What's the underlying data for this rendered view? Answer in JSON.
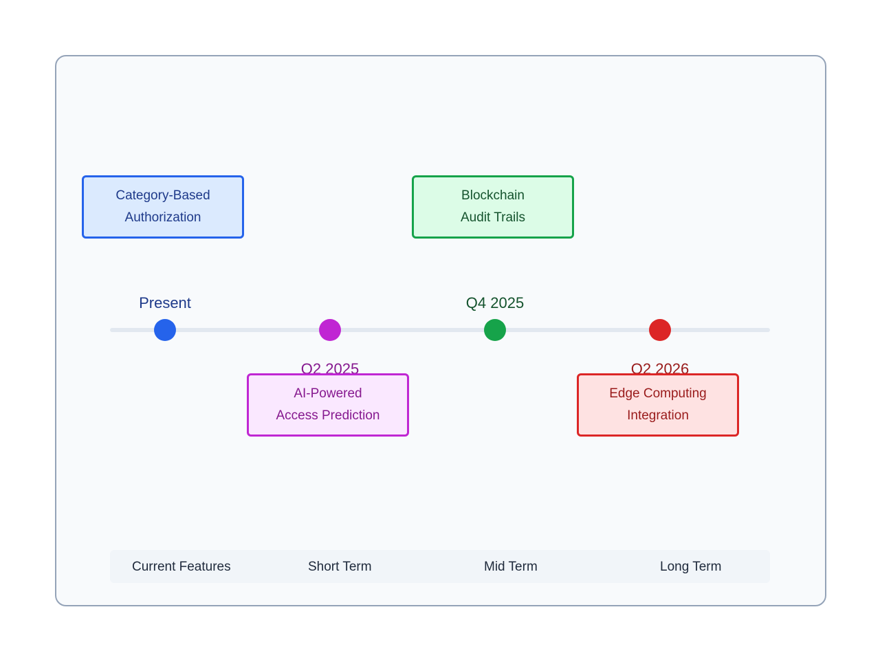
{
  "colors": {
    "frame_border": "#94a3b8",
    "frame_bg": "#f8fafc",
    "axis": "#e2e8f0",
    "blue": "#2563eb",
    "purple": "#c026d3",
    "green": "#16a34a",
    "red": "#dc2626"
  },
  "milestones": [
    {
      "label": "Present",
      "color": "#2563eb",
      "text_color": "#1e3a8a"
    },
    {
      "label": "Q2 2025",
      "color": "#c026d3",
      "text_color": "#86198f"
    },
    {
      "label": "Q4 2025",
      "color": "#16a34a",
      "text_color": "#14532d"
    },
    {
      "label": "Q2 2026",
      "color": "#dc2626",
      "text_color": "#991b1b"
    }
  ],
  "cards": [
    {
      "line1": "Category-Based",
      "line2": "Authorization",
      "border": "#2563eb",
      "bg": "#dbeafe",
      "text": "#1e3a8a"
    },
    {
      "line1": "AI-Powered",
      "line2": "Access Prediction",
      "border": "#c026d3",
      "bg": "#fae8ff",
      "text": "#86198f"
    },
    {
      "line1": "Blockchain",
      "line2": "Audit Trails",
      "border": "#16a34a",
      "bg": "#dcfce7",
      "text": "#14532d"
    },
    {
      "line1": "Edge Computing",
      "line2": "Integration",
      "border": "#dc2626",
      "bg": "#fee2e2",
      "text": "#991b1b"
    }
  ],
  "phases": [
    "Current Features",
    "Short Term",
    "Mid Term",
    "Long Term"
  ]
}
